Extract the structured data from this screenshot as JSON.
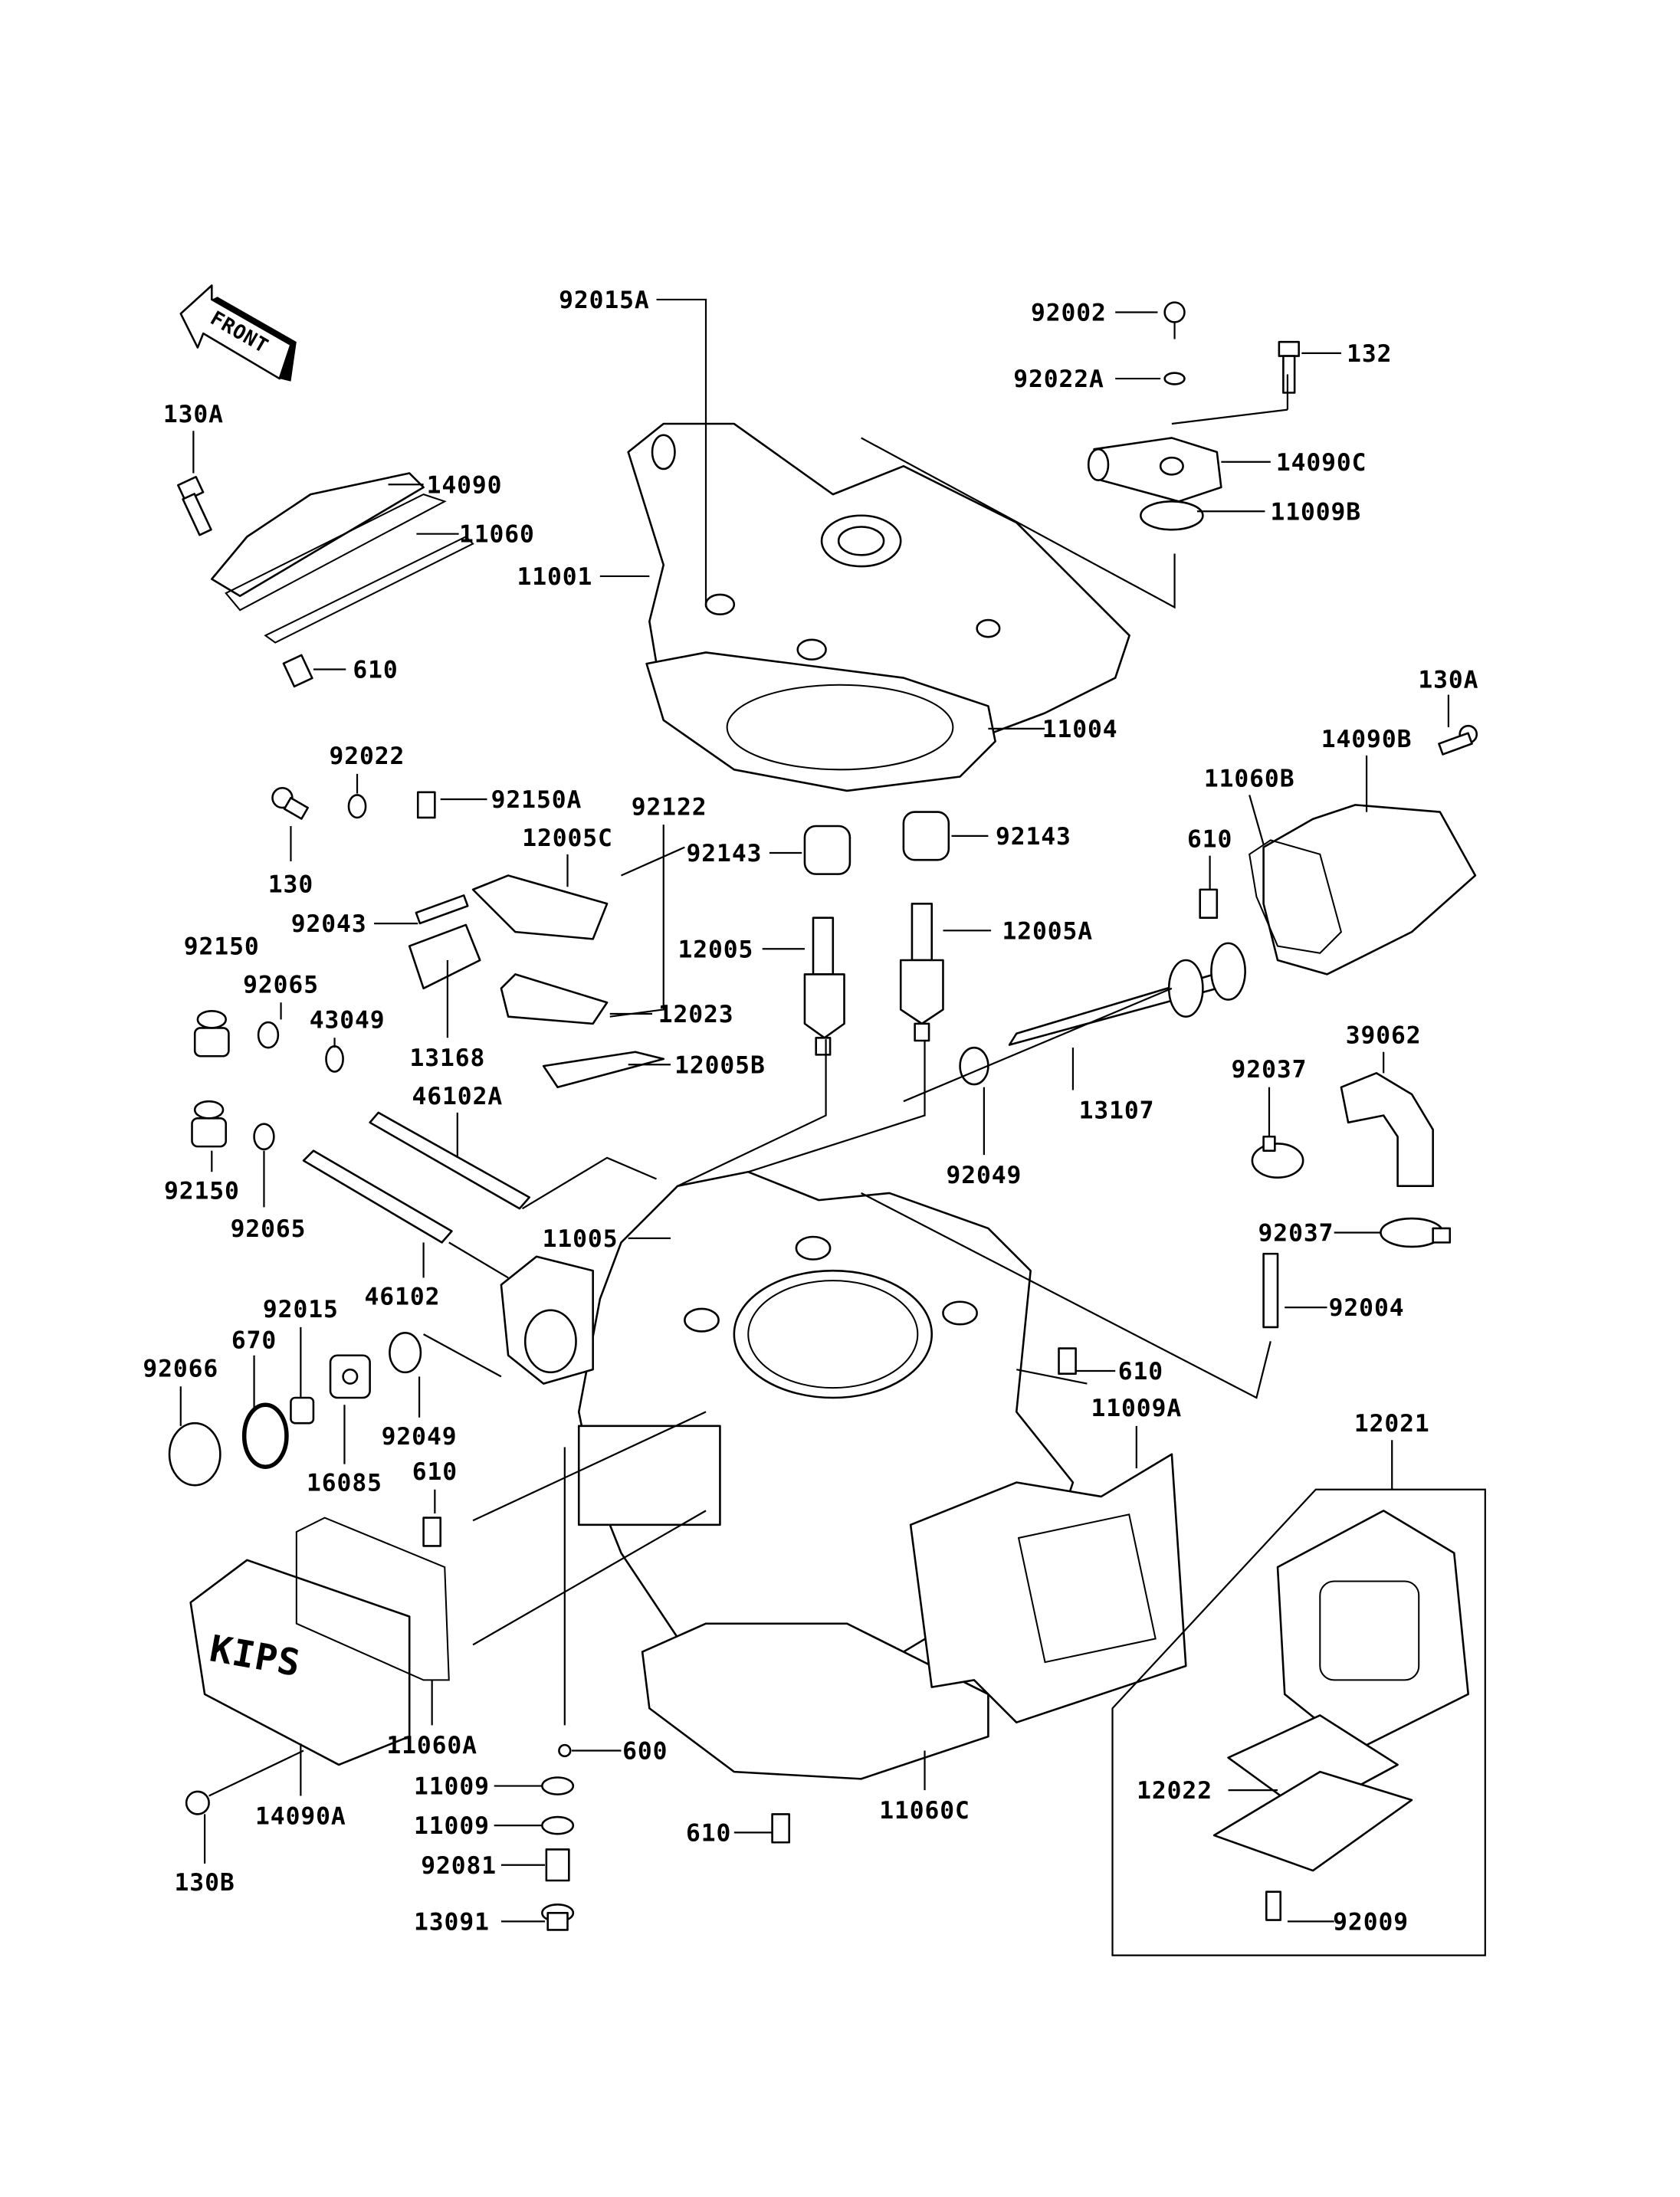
{
  "diagram": {
    "front_arrow": "FRONT",
    "labels": [
      "92015A",
      "92002",
      "92022A",
      "132",
      "130A",
      "14090",
      "11060",
      "11001",
      "14090C",
      "11009B",
      "610",
      "11004",
      "130A",
      "92022",
      "14090B",
      "92150A",
      "12005C",
      "92122",
      "11060B",
      "92143",
      "92143",
      "610",
      "130",
      "92043",
      "12005",
      "12005A",
      "92150",
      "92065",
      "43049",
      "13168",
      "12023",
      "39062",
      "12005B",
      "46102A",
      "13107",
      "92037",
      "92049",
      "92150",
      "92065",
      "11005",
      "92037",
      "46102",
      "92004",
      "92015",
      "670",
      "92066",
      "610",
      "11009A",
      "12021",
      "92049",
      "16085",
      "610",
      "11060A",
      "600",
      "14090A",
      "11009",
      "11060C",
      "12022",
      "11009",
      "610",
      "92081",
      "92009",
      "13091",
      "130B"
    ],
    "cover_marking": "KIPS"
  }
}
